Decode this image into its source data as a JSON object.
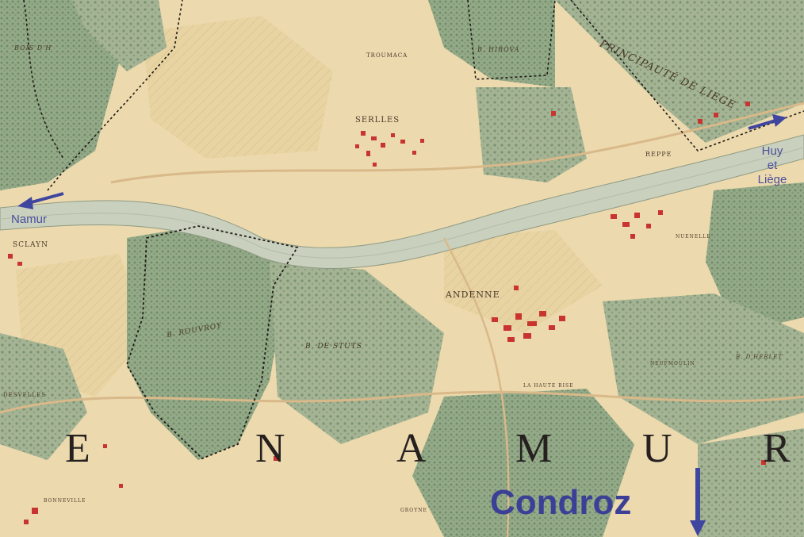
{
  "map": {
    "colors": {
      "parchment": "#ecd9ad",
      "forest": "#8fa682",
      "river": "#c9d0bd",
      "settlement": "#c8342f",
      "annotation": "#4a4f9e"
    },
    "modern_labels": {
      "west_destination": "Namur",
      "east_destination_line1": "Huy",
      "east_destination_line2": "et",
      "east_destination_line3": "Liège",
      "south_region": "Condroz"
    },
    "large_lettering": [
      "E",
      "N",
      "A",
      "M",
      "U",
      "R"
    ],
    "place_names": {
      "serlles": "SERLLES",
      "andenne": "ANDENNE",
      "sclayn": "SCLAYN",
      "troumaca": "TROUMACA",
      "reppe": "REPPE",
      "seilles_east": "NUENELLE",
      "neufmoulin": "NEUFMOULIN",
      "la_haute": "LA HAUTE RISE",
      "bonneville": "BONNEVILLE",
      "groyne": "GROYNE",
      "principaute": "PRINCIPAUTÉ DE LIEGE",
      "bois_rouvroy": "B. ROUVROY",
      "bois_destuts": "B. DE STUTS",
      "bois_hirova": "B. HIROVA",
      "bois_tw": "BOIS D'H",
      "bois_herlet": "B. D'HERLET",
      "desvelles": "DESVELLES"
    }
  }
}
